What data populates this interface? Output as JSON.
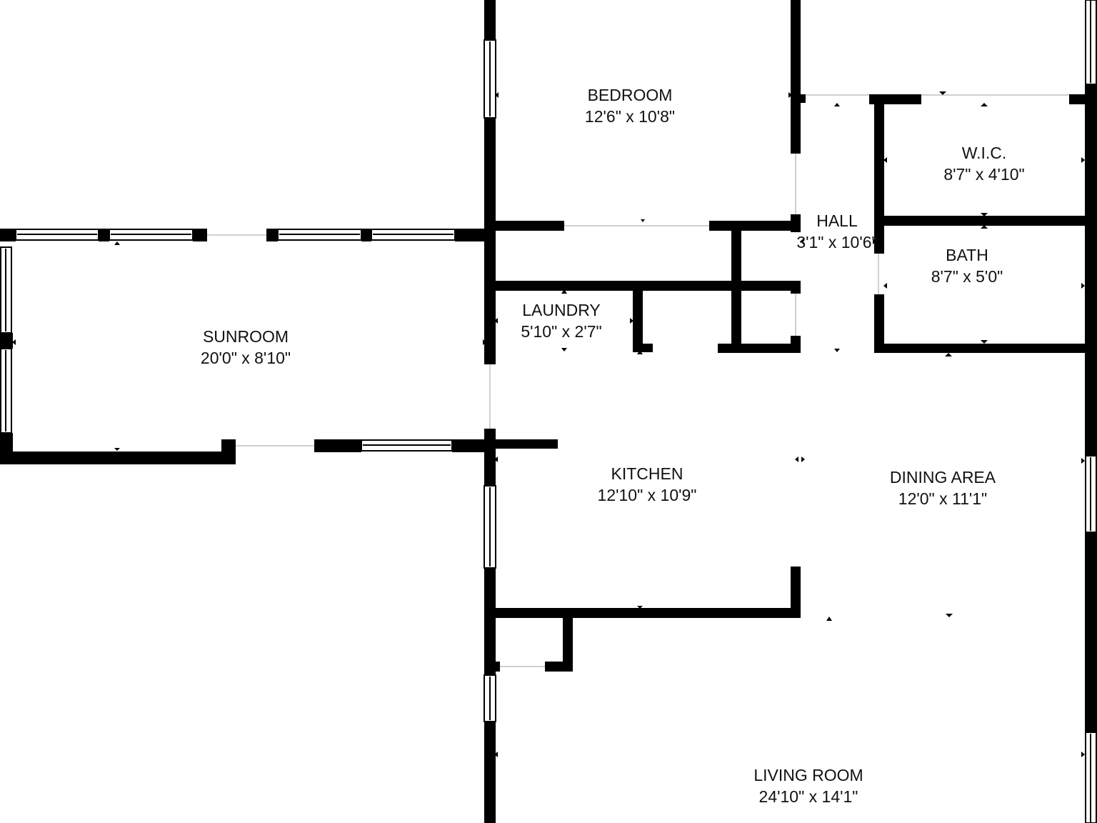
{
  "colors": {
    "wall": "#000000",
    "background": "#ffffff",
    "window_frame": "#000000",
    "text": "#111111"
  },
  "rooms": [
    {
      "id": "bedroom",
      "name": "BEDROOM",
      "dims": "12'6\" x 10'8\""
    },
    {
      "id": "wic",
      "name": "W.I.C.",
      "dims": "8'7\" x 4'10\""
    },
    {
      "id": "hall",
      "name": "HALL",
      "dims": "3'1\" x 10'6\""
    },
    {
      "id": "bath",
      "name": "BATH",
      "dims": "8'7\" x 5'0\""
    },
    {
      "id": "sunroom",
      "name": "SUNROOM",
      "dims": "20'0\" x 8'10\""
    },
    {
      "id": "laundry",
      "name": "LAUNDRY",
      "dims": "5'10\" x 2'7\""
    },
    {
      "id": "kitchen",
      "name": "KITCHEN",
      "dims": "12'10\" x 10'9\""
    },
    {
      "id": "dining",
      "name": "DINING AREA",
      "dims": "12'0\" x 11'1\""
    },
    {
      "id": "living",
      "name": "LIVING ROOM",
      "dims": "24'10\" x 14'1\""
    }
  ]
}
